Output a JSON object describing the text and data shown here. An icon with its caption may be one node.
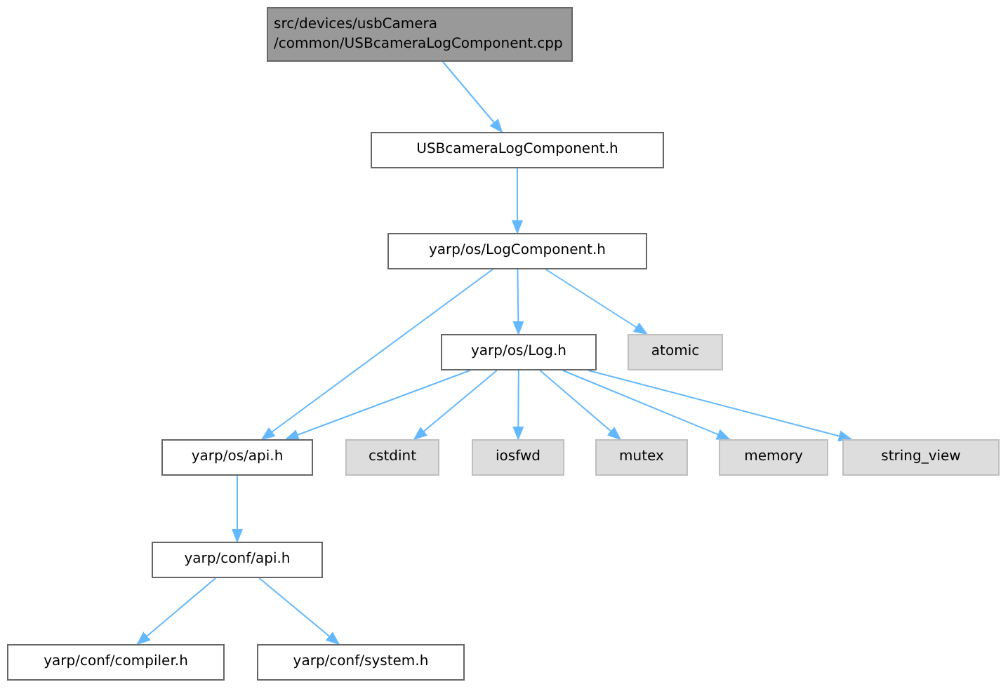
{
  "diagram": {
    "nodes": [
      {
        "text": [
          "src/devices/usbCamera /common/USBcameraLogComponent.cpp"
        ]
      },
      {
        "text": [
          "USBcameraLogComponent.h"
        ]
      },
      {
        "text": [
          "yarp/os/LogComponent.h"
        ]
      },
      {
        "text": [
          "yarp/os/Log.h"
        ]
      },
      {
        "text": [
          "atomic"
        ]
      },
      {
        "text": [
          "yarp/os/api.h"
        ]
      },
      {
        "text": [
          "cstdint"
        ]
      },
      {
        "text": [
          "iosfwd"
        ]
      },
      {
        "text": [
          "mutex"
        ]
      },
      {
        "text": [
          "memory"
        ]
      },
      {
        "text": [
          "string_view"
        ]
      },
      {
        "text": [
          "yarp/conf/api.h"
        ]
      },
      {
        "text": [
          "yarp/conf/compiler.h"
        ]
      },
      {
        "text": [
          "yarp/conf/system.h"
        ]
      }
    ],
    "edges": [
      {
        "from": 0,
        "to": 1,
        "arrow": "to"
      },
      {
        "from": 1,
        "to": 2,
        "arrow": "to"
      },
      {
        "from": 2,
        "to": 5,
        "arrow": "to"
      },
      {
        "from": 2,
        "to": 3,
        "arrow": "to"
      },
      {
        "from": 2,
        "to": 4,
        "arrow": "to"
      },
      {
        "from": 3,
        "to": 5,
        "arrow": "to"
      },
      {
        "from": 3,
        "to": 6,
        "arrow": "to"
      },
      {
        "from": 3,
        "to": 7,
        "arrow": "to"
      },
      {
        "from": 3,
        "to": 8,
        "arrow": "to"
      },
      {
        "from": 3,
        "to": 9,
        "arrow": "to"
      },
      {
        "from": 3,
        "to": 10,
        "arrow": "to"
      },
      {
        "from": 5,
        "to": 11,
        "arrow": "to"
      },
      {
        "from": 11,
        "to": 12,
        "arrow": "to"
      },
      {
        "from": 11,
        "to": 13,
        "arrow": "to"
      }
    ]
  }
}
